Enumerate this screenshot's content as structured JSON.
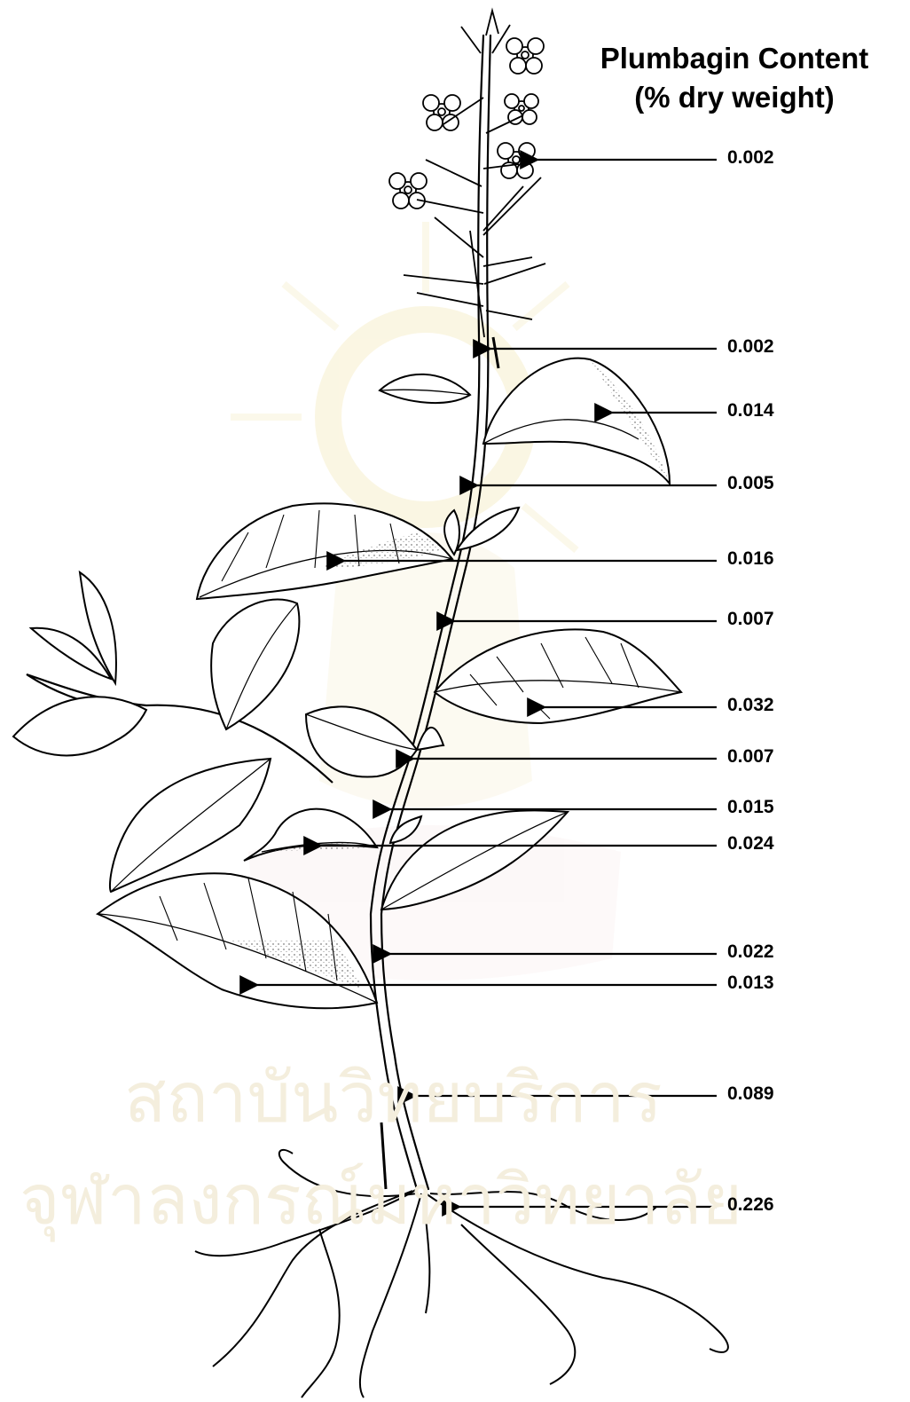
{
  "title_line1": "Plumbagin Content",
  "title_line2": "(% dry weight)",
  "watermark_line1": "สถาบันวิทยบริการ",
  "watermark_line2": "จุฬาลงกรณ์มหาวิทยาลัย",
  "line_color": "#000000",
  "leaf_fill": "#ffffff",
  "labels": [
    {
      "value": "0.002",
      "part": "flower"
    },
    {
      "value": "0.002",
      "part": "upper stem"
    },
    {
      "value": "0.014",
      "part": "leaf"
    },
    {
      "value": "0.005",
      "part": "stem"
    },
    {
      "value": "0.016",
      "part": "leaf"
    },
    {
      "value": "0.007",
      "part": "stem"
    },
    {
      "value": "0.032",
      "part": "leaf"
    },
    {
      "value": "0.007",
      "part": "stem"
    },
    {
      "value": "0.015",
      "part": "stem"
    },
    {
      "value": "0.024",
      "part": "leaf"
    },
    {
      "value": "0.022",
      "part": "stem"
    },
    {
      "value": "0.013",
      "part": "leaf"
    },
    {
      "value": "0.089",
      "part": "lower stem"
    },
    {
      "value": "0.226",
      "part": "root"
    }
  ]
}
